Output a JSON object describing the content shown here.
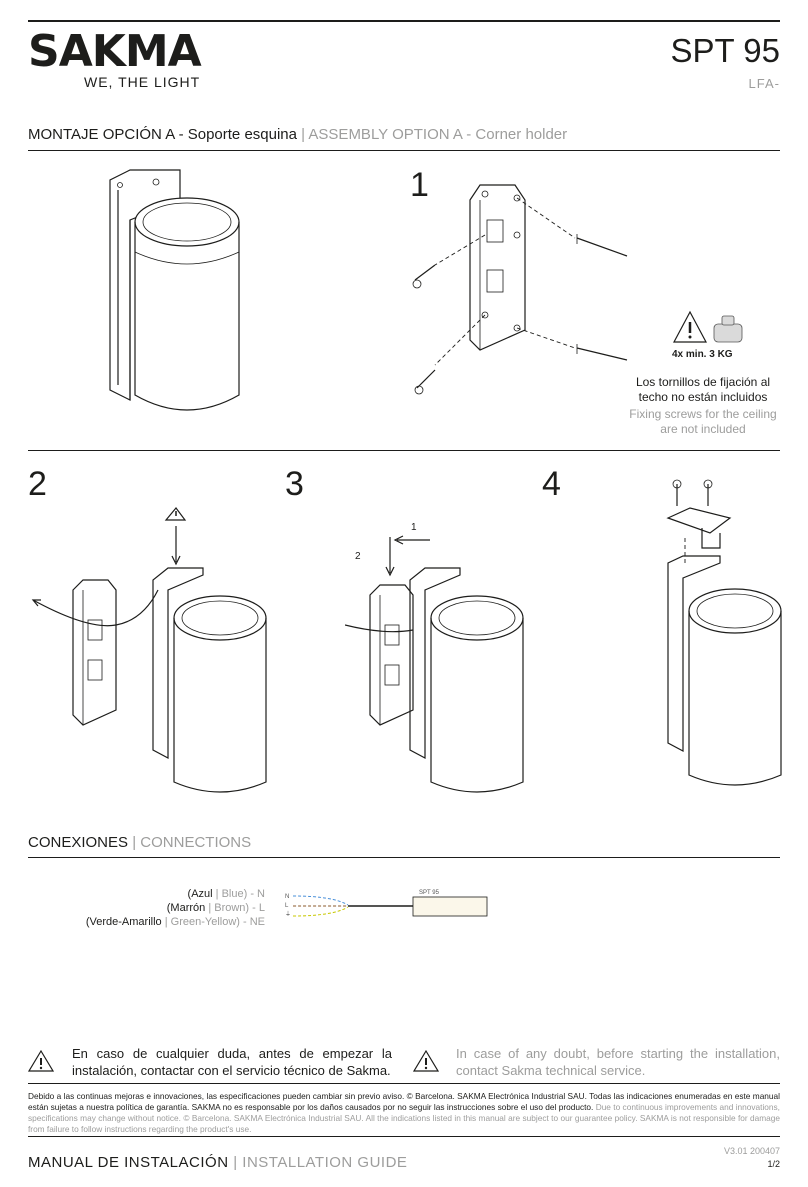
{
  "header": {
    "logo": "SAKMA",
    "tagline": "WE, THE LIGHT",
    "model": "SPT 95",
    "reference": "LFA-"
  },
  "assembly": {
    "title_es": "MONTAJE OPCIÓN A - Soporte esquina",
    "separator": "|",
    "title_en": "ASSEMBLY OPTION A - Corner holder",
    "steps": [
      "1",
      "2",
      "3",
      "4"
    ],
    "weight_label": "4x min. 3 KG",
    "screws_note_es": "Los tornillos de fijación al techo no están incluidos",
    "screws_note_en": "Fixing screws for the ceiling are not included",
    "arrow_labels": [
      "1",
      "2"
    ]
  },
  "connections": {
    "title_es": "CONEXIONES",
    "separator": "|",
    "title_en": "CONNECTIONS",
    "wires": [
      {
        "es": "(Azul",
        "en": "Blue)",
        "code": "- N"
      },
      {
        "es": "(Marrón",
        "en": "Brown)",
        "code": "- L"
      },
      {
        "es": "(Verde-Amarillo",
        "en": "Green-Yellow)",
        "code": "- NE"
      }
    ],
    "diagram_letters": [
      "N",
      "L",
      "⏚"
    ],
    "diagram_product": "SPT 95",
    "wire_colors": [
      "#4a90d9",
      "#8b5a2b",
      "#c8c800"
    ]
  },
  "notice": {
    "es": "En caso de cualquier duda, antes de empezar la instalación, contactar con el servicio técnico de Sakma.",
    "en": "In case of any doubt, before starting the installation, contact Sakma technical service."
  },
  "fineprint": {
    "es": "Debido a las continuas mejoras e innovaciones, las especificaciones pueden cambiar sin previo aviso. © Barcelona. SAKMA Electrónica Industrial SAU. Todas las indicaciones enumeradas en este manual están sujetas a nuestra política de garantía. SAKMA no es responsable por los daños causados por no seguir las instrucciones sobre el uso del producto.",
    "en": "Due to continuous improvements and innovations, specifications may change without notice. © Barcelona. SAKMA Electrónica Industrial SAU. All the indications listed in this manual are subject to our guarantee policy. SAKMA is not responsible for damage from failure to follow instructions regarding the product's use."
  },
  "footer": {
    "title_es": "MANUAL DE INSTALACIÓN",
    "separator": "|",
    "title_en": "INSTALLATION GUIDE",
    "version": "V3.01 200407",
    "page": "1/2"
  },
  "colors": {
    "text": "#1d1d1b",
    "muted": "#9d9d9c"
  }
}
